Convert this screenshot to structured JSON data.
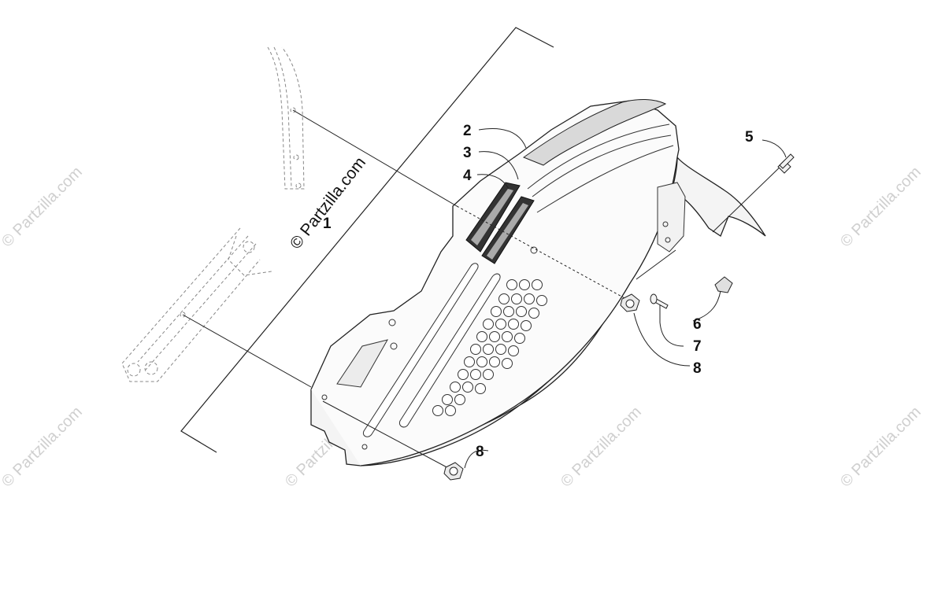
{
  "callouts": {
    "c1": "1",
    "c2": "2",
    "c3": "3",
    "c4": "4",
    "c5": "5",
    "c6": "6",
    "c7": "7",
    "c8a": "8",
    "c8b": "8"
  },
  "watermark": {
    "main": "© Partzilla.com",
    "tile": "© Partzilla.com"
  }
}
